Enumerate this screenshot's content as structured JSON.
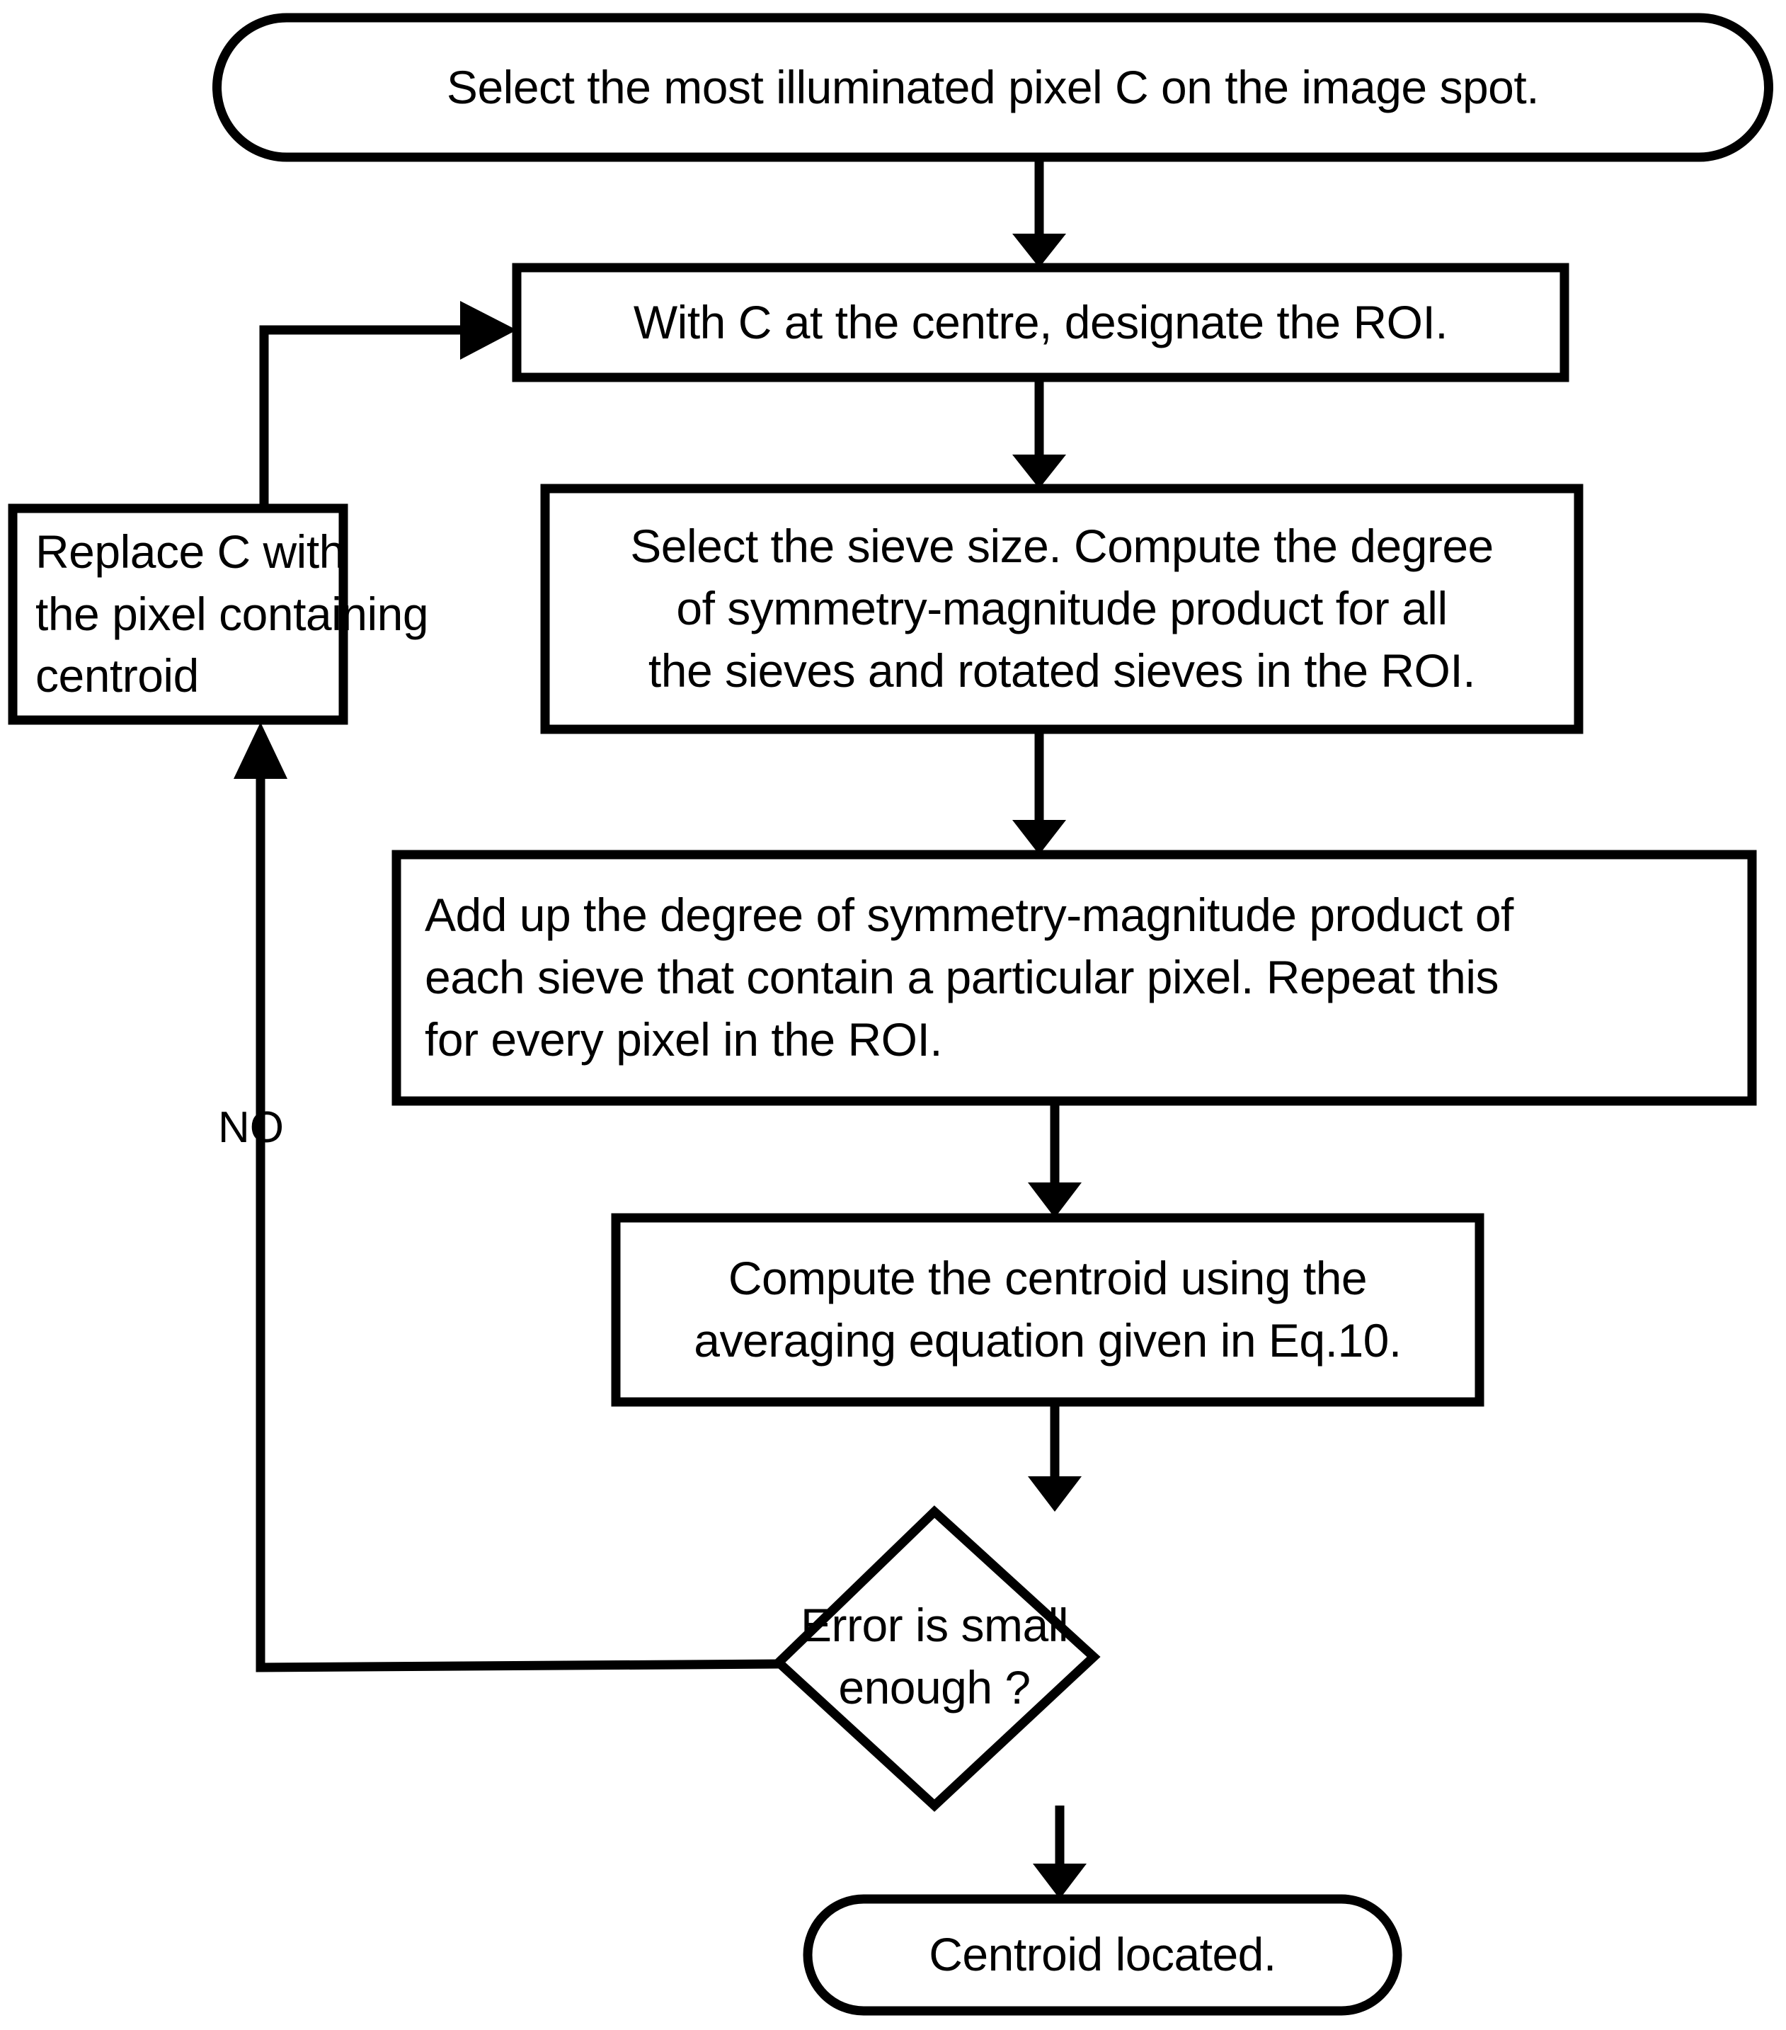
{
  "diagram": {
    "title": "Centroid location algorithm flowchart",
    "type": "flowchart",
    "stroke_color": "#000000",
    "fill_color": "#ffffff",
    "text_color": "#000000"
  },
  "nodes": {
    "start": {
      "shape": "terminator",
      "text": "Select the most illuminated pixel C on the image spot."
    },
    "designate_roi": {
      "shape": "process",
      "text": "With C at the centre, designate the ROI."
    },
    "select_sieve": {
      "shape": "process",
      "line1": "Select the sieve size. Compute the degree",
      "line2": "of symmetry-magnitude product for all",
      "line3": "the sieves and rotated sieves in the ROI."
    },
    "add_up": {
      "shape": "process",
      "line1": "Add up the degree of symmetry-magnitude product of",
      "line2": "each sieve that contain a particular pixel. Repeat this",
      "line3": "for every pixel in the ROI."
    },
    "compute_centroid": {
      "shape": "process",
      "line1": "Compute the centroid using the",
      "line2": "averaging equation given in Eq.10."
    },
    "decision": {
      "shape": "decision",
      "line1": "Error is small",
      "line2": "enough ?"
    },
    "end": {
      "shape": "terminator",
      "text": "Centroid located."
    },
    "replace_c": {
      "shape": "process",
      "line1": "Replace C with",
      "line2": "the pixel containing",
      "line3": "centroid"
    }
  },
  "edges": {
    "no_label": "NO"
  }
}
